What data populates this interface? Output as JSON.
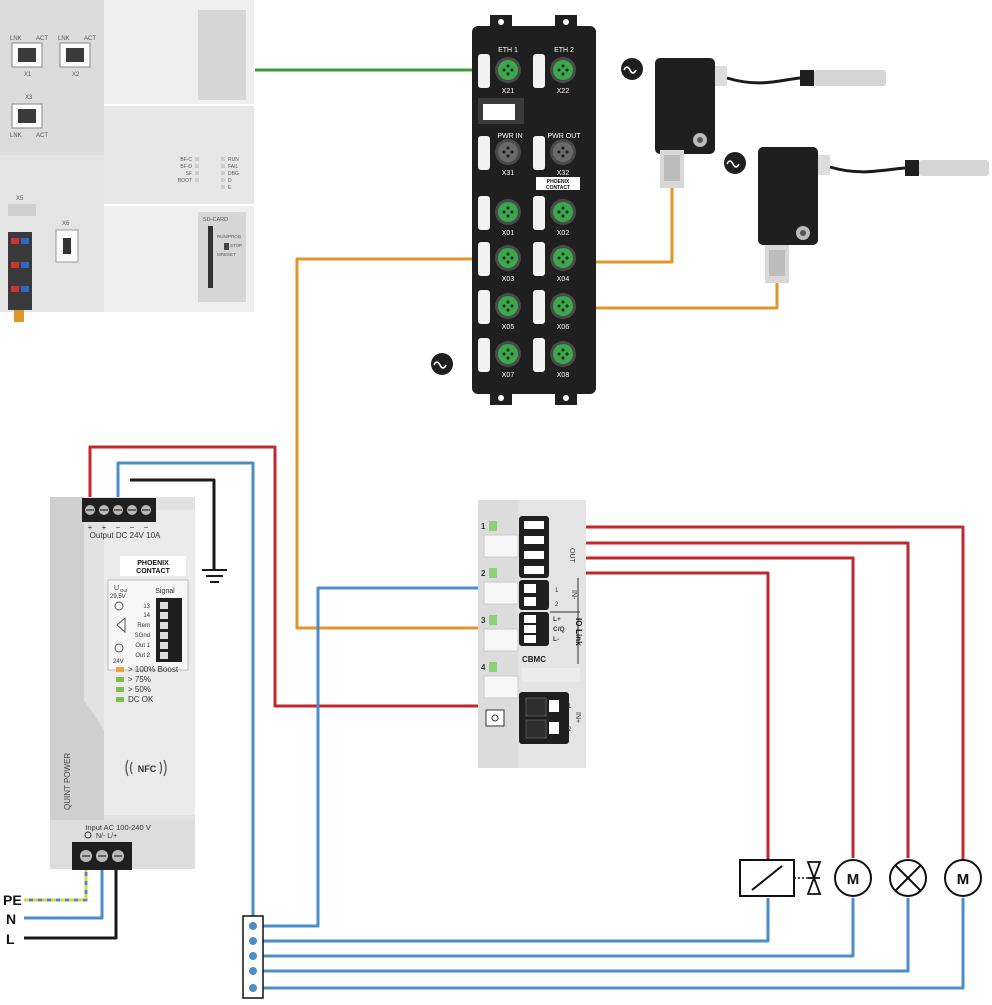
{
  "controller": {
    "ports": {
      "x1": "X1",
      "x2": "X2",
      "x3": "X3",
      "x5": "X5",
      "x6": "X6"
    },
    "lnk": "LNK",
    "act": "ACT",
    "leds_left": [
      "BF-C",
      "BF-D",
      "SF",
      "BOOT"
    ],
    "leds_right": [
      "RUN",
      "FAIL",
      "DBG",
      "D",
      "E"
    ],
    "sd_card": "SD-CARD",
    "run_prog": "RUN/PROG",
    "stop": "STOP",
    "mreset": "MRESET"
  },
  "io_module": {
    "eth1": "ETH 1",
    "eth2": "ETH 2",
    "pwr_in": "PWR IN",
    "pwr_out": "PWR OUT",
    "ports": [
      "X21",
      "X22",
      "X31",
      "X32",
      "X01",
      "X02",
      "X03",
      "X04",
      "X05",
      "X06",
      "X07",
      "X08"
    ],
    "brand_line1": "PHOENIX",
    "brand_line2": "CONTACT"
  },
  "power_supply": {
    "terminals_top": [
      "+",
      "+",
      "−",
      "−",
      "−"
    ],
    "output_label": "Output DC 24V 10A",
    "brand_line1": "PHOENIX",
    "brand_line2": "CONTACT",
    "u_out": "U",
    "u_out_sub": "Out",
    "u_out_value": "29,5V",
    "signal_label": "Signal",
    "signal_rows": [
      "13",
      "14",
      "Rem",
      "SGnd",
      "Out 1",
      "Out 2"
    ],
    "value_24v": "24V",
    "status_rows": [
      {
        "text": "> 100% Boost",
        "color": "#e8a33c"
      },
      {
        "text": "> 75%",
        "color": "#7cc04b"
      },
      {
        "text": "> 50%",
        "color": "#7cc04b"
      },
      {
        "text": "DC OK",
        "color": "#7cc04b"
      }
    ],
    "nfc": "NFC",
    "side_label": "QUINT POWER",
    "input_label": "Input AC 100-240 V",
    "input_terminals": "N/- L/+"
  },
  "cbmc": {
    "slots": [
      "1",
      "2",
      "3",
      "4"
    ],
    "out_label": "OUT",
    "in_minus": "IN-",
    "in_plus": "IN+",
    "iolink": "IO-Link",
    "iolink_pins": [
      "L+",
      "C/Q",
      "L-"
    ],
    "pin1": "1",
    "pin2": "2",
    "model": "CBMC"
  },
  "mains_labels": [
    "PE",
    "N",
    "L"
  ],
  "loads": [
    {
      "type": "valve"
    },
    {
      "type": "motor",
      "label": "M"
    },
    {
      "type": "lamp"
    },
    {
      "type": "motor",
      "label": "M"
    }
  ],
  "colors": {
    "red": "#c0282d",
    "blue": "#4a8dc7",
    "orange": "#e0962d",
    "green": "#3d9b3f",
    "black": "#1a1a1a",
    "port_green": "#3aa94c",
    "device_dark": "#1f1f1f",
    "device_light": "#e6e6e6"
  }
}
